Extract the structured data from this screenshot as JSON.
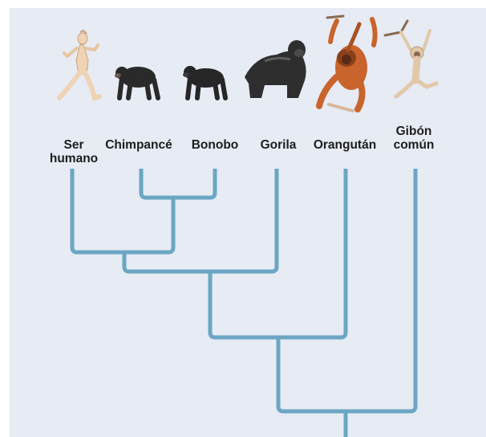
{
  "species": [
    {
      "id": "human",
      "line1": "Ser",
      "line2": "humano",
      "icon": "human-icon"
    },
    {
      "id": "chimp",
      "line1": "Chimpancé",
      "line2": "",
      "icon": "chimpanzee-icon"
    },
    {
      "id": "bonobo",
      "line1": "Bonobo",
      "line2": "",
      "icon": "bonobo-icon"
    },
    {
      "id": "gorilla",
      "line1": "Gorila",
      "line2": "",
      "icon": "gorilla-icon"
    },
    {
      "id": "orangutan",
      "line1": "Orangután",
      "line2": "",
      "icon": "orangutan-icon"
    },
    {
      "id": "gibbon",
      "line1": "Gibón",
      "line2": "común",
      "icon": "gibbon-icon"
    }
  ],
  "colors": {
    "background": "#e6ebf4",
    "branch": "#6ba6c4",
    "text": "#1d1d1d",
    "dark_fur": "#2a2a2a",
    "orange_fur": "#c8642c",
    "skin": "#f0d2b4",
    "gibbon_fur": "#e1c8a8"
  }
}
